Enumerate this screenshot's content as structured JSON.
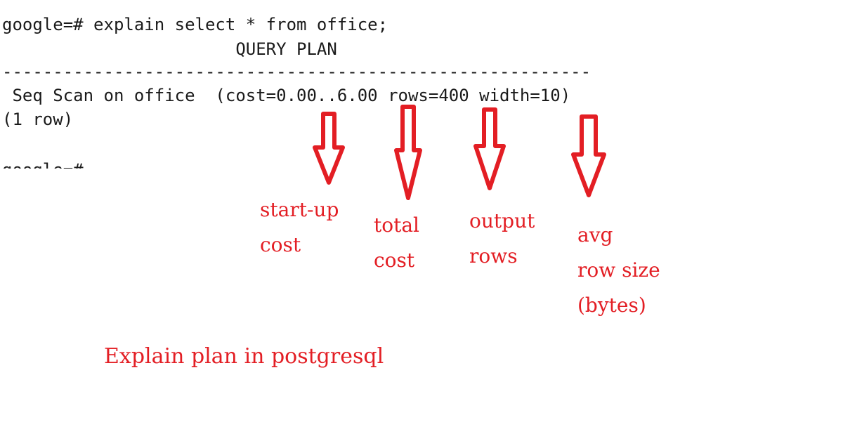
{
  "terminal": {
    "lines": [
      "google=# explain select * from office;",
      "                       QUERY PLAN",
      "----------------------------------------------------------",
      " Seq Scan on office  (cost=0.00..6.00 rows=400 width=10)",
      "(1 row)",
      "",
      "google=#"
    ]
  },
  "annotations": [
    {
      "name": "start-up-cost",
      "lines": [
        "start-up",
        "cost"
      ]
    },
    {
      "name": "total-cost",
      "lines": [
        "total",
        "cost"
      ]
    },
    {
      "name": "output-rows",
      "lines": [
        "output",
        "rows"
      ]
    },
    {
      "name": "avg-row-size",
      "lines": [
        "avg",
        "row size",
        "(bytes)"
      ]
    }
  ],
  "caption": "Explain plan in postgresql",
  "colors": {
    "annotation": "#e31e24",
    "text": "#1a1a1a",
    "background": "#ffffff"
  }
}
